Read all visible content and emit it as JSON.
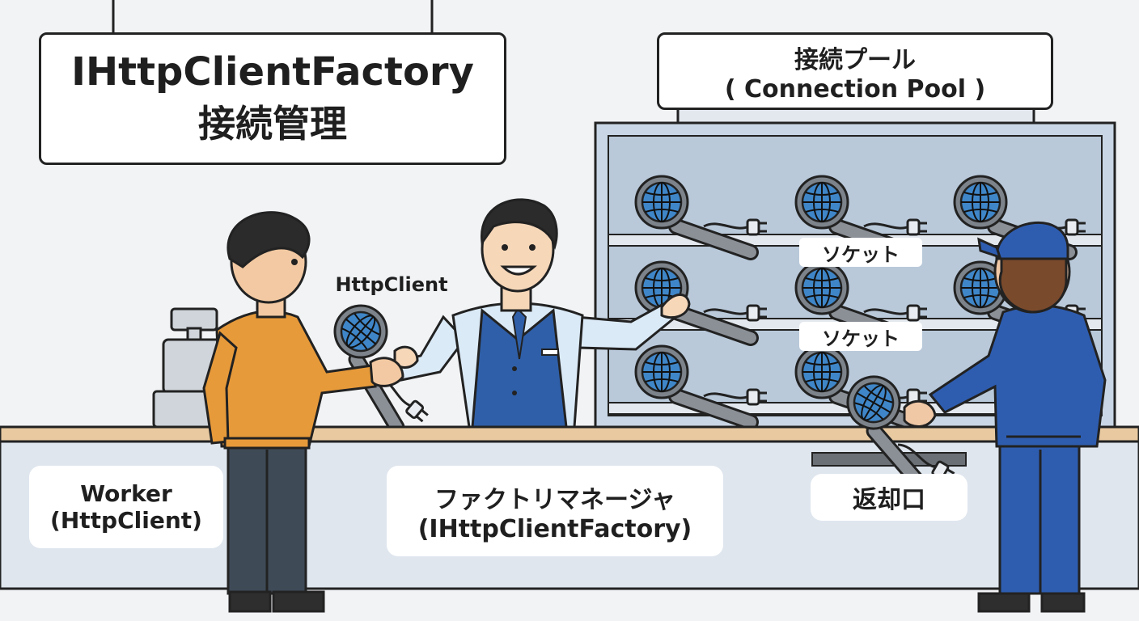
{
  "title_sign": {
    "line1": "IHttpClientFactory",
    "line2": "接続管理"
  },
  "pool_sign": {
    "line1": "接続プール",
    "line2": "( Connection Pool )"
  },
  "worker_label": {
    "line1": "Worker",
    "line2": "(HttpClient)"
  },
  "factory_label": {
    "line1": "ファクトリマネージャ",
    "line2": "(IHttpClientFactory)"
  },
  "return_label": "返却口",
  "handoff_label": "HttpClient",
  "socket_labels": [
    "ソケット",
    "ソケット"
  ],
  "colors": {
    "worker_shirt": "#e79a3a",
    "manager_vest": "#2f5fa8",
    "mechanic_uniform": "#2e5db0",
    "counter_top": "#e8c9a0",
    "counter_front": "#dfe6ee",
    "globe": "#3f86c8",
    "shelf": "#c8d6e5"
  }
}
